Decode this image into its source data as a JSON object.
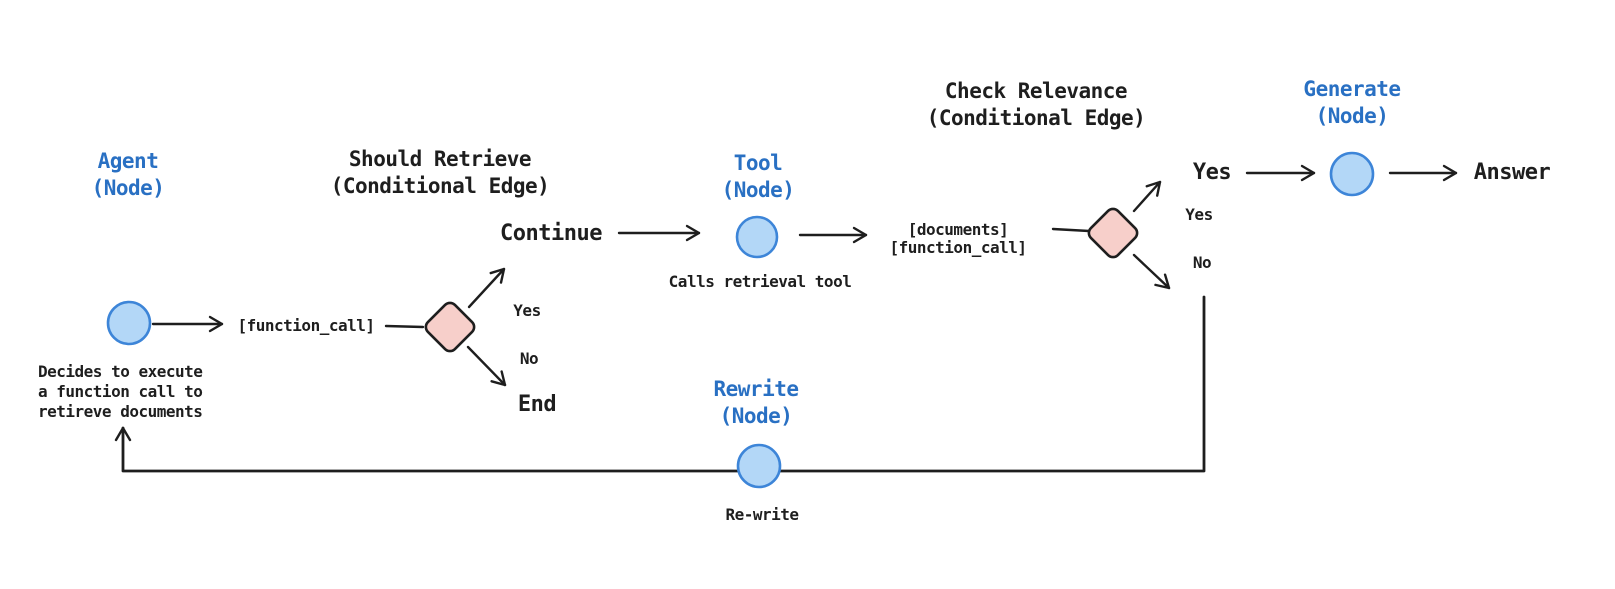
{
  "diagram": {
    "agent": {
      "title": "Agent",
      "subtitle": "(Node)",
      "output_label": "[function_call]",
      "caption": [
        "Decides to execute",
        "a function call to",
        "retireve documents"
      ]
    },
    "should_retrieve": {
      "title": "Should Retrieve",
      "subtitle": "(Conditional Edge)",
      "yes_label": "Yes",
      "no_label": "No",
      "yes_target": "Continue",
      "no_target": "End"
    },
    "tool": {
      "title": "Tool",
      "subtitle": "(Node)",
      "caption": "Calls retrieval tool",
      "output_lines": [
        "[documents]",
        "[function_call]"
      ]
    },
    "check_relevance": {
      "title": "Check Relevance",
      "subtitle": "(Conditional Edge)",
      "yes_label": "Yes",
      "no_label": "No",
      "yes_outcome": "Yes",
      "final_output": "Answer"
    },
    "generate": {
      "title": "Generate",
      "subtitle": "(Node)"
    },
    "rewrite": {
      "title": "Rewrite",
      "subtitle": "(Node)",
      "caption": "Re-write"
    },
    "colors": {
      "background": "#ffffff",
      "node_fill": "#b3d7f7",
      "node_stroke": "#3d85d8",
      "diamond_fill": "#f7cfca",
      "diamond_stroke": "#1e1e1e",
      "line": "#1e1e1e",
      "label_blue": "#2970c3",
      "text_dark": "#1e1e1e"
    }
  }
}
